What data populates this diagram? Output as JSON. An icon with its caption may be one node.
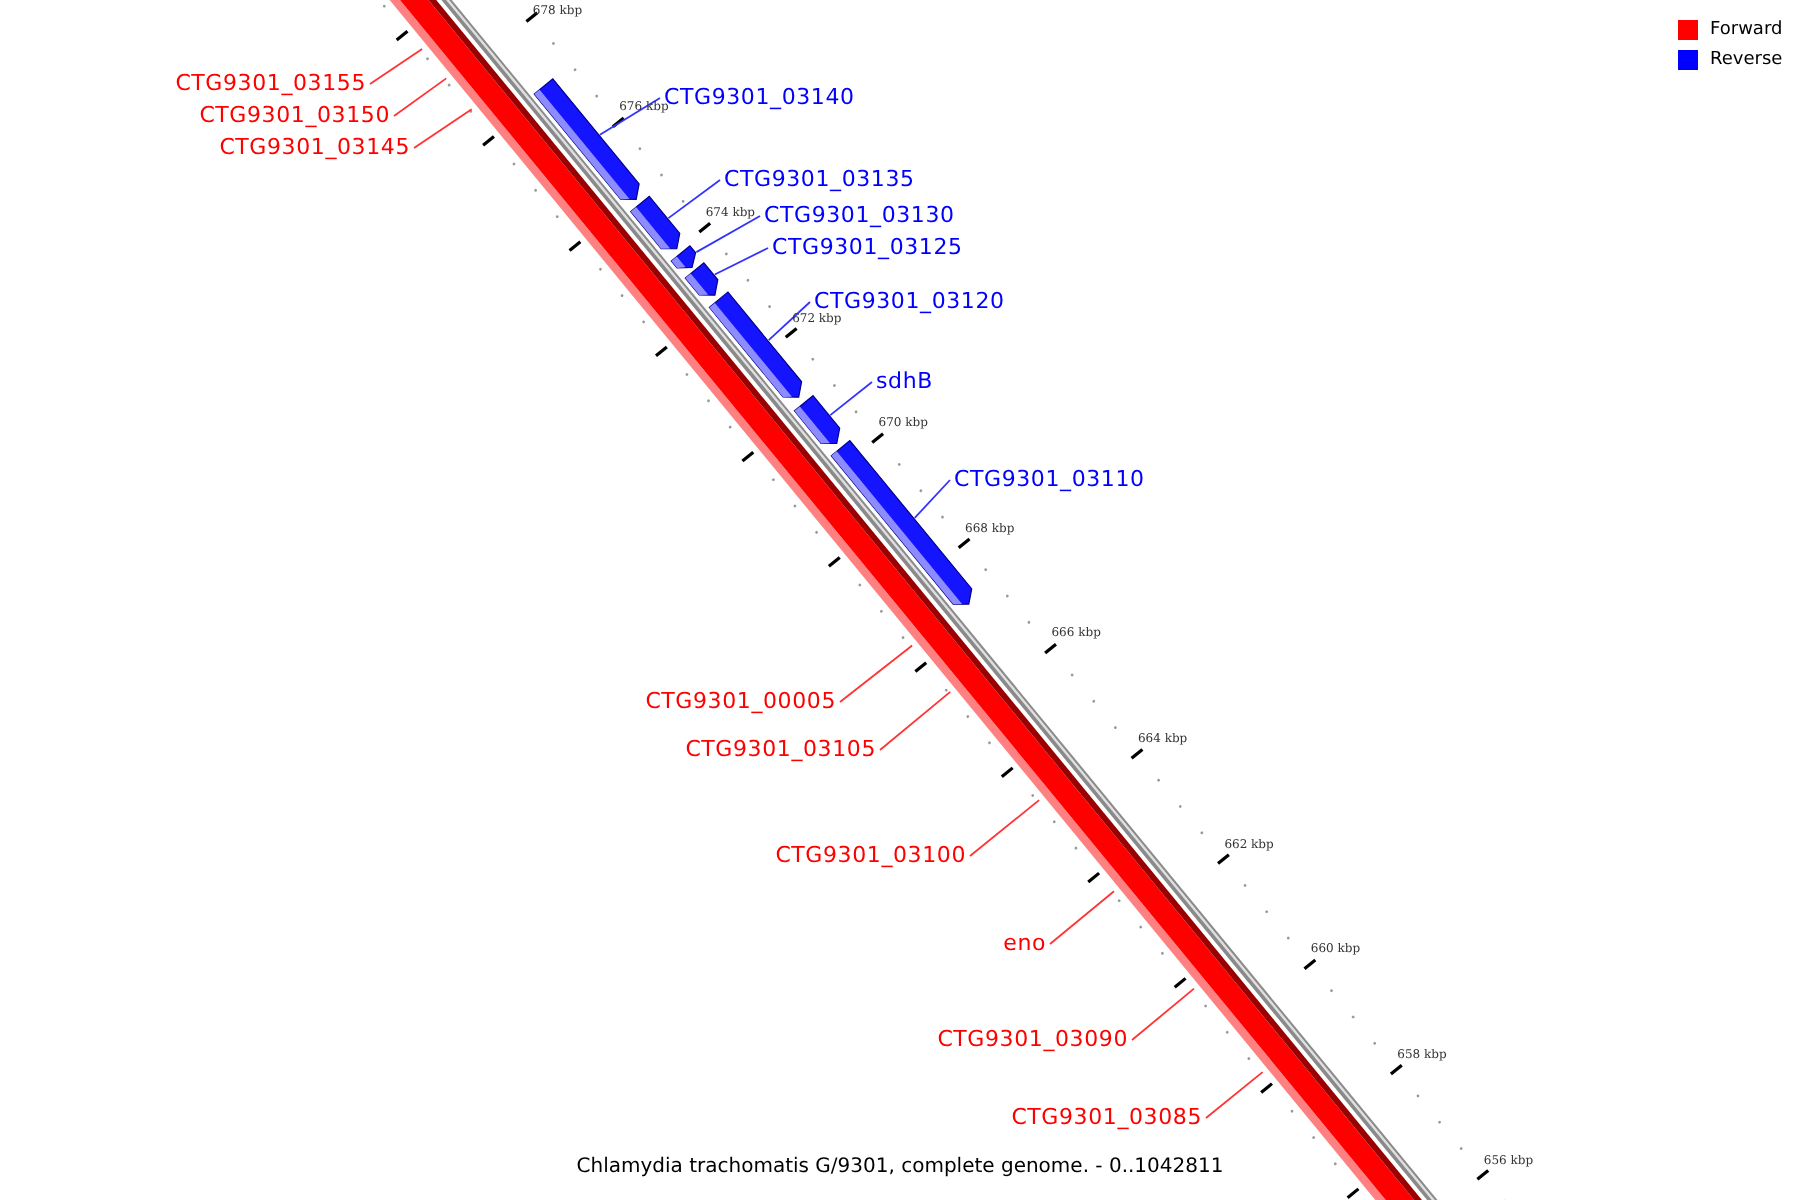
{
  "diagram": {
    "caption": "Chlamydia trachomatis G/9301, complete genome. - 0..1042811",
    "nodes": [
      {
        "text": [
          "CTG9301_03155"
        ]
      },
      {
        "text": [
          "CTG9301_03150"
        ]
      },
      {
        "text": [
          "CTG9301_03145"
        ]
      },
      {
        "text": [
          "CTG9301_03140"
        ]
      },
      {
        "text": [
          "CTG9301_03135"
        ]
      },
      {
        "text": [
          "CTG9301_03130"
        ]
      },
      {
        "text": [
          "CTG9301_03125"
        ]
      },
      {
        "text": [
          "CTG9301_03120"
        ]
      },
      {
        "text": [
          "sdhB"
        ]
      },
      {
        "text": [
          "CTG9301_03110"
        ]
      },
      {
        "text": [],
        "shape": "box"
      },
      {
        "text": [],
        "shape": "box"
      },
      {
        "text": [],
        "shape": "box"
      },
      {
        "text": [],
        "shape": "box"
      },
      {
        "text": [],
        "shape": "box"
      },
      {
        "text": [],
        "shape": "box"
      },
      {
        "text": [],
        "shape": "box"
      },
      {
        "text": [
          "CTG9301_00005"
        ]
      },
      {
        "text": [
          "CTG9301_03105"
        ]
      },
      {
        "text": [
          "CTG9301_03100"
        ]
      },
      {
        "text": [
          "eno"
        ]
      },
      {
        "text": [
          "CTG9301_03090"
        ]
      },
      {
        "text": [
          "CTG9301_03085"
        ]
      }
    ],
    "edges": [
      {
        "from": 0,
        "to": null,
        "arrow": "none"
      },
      {
        "from": 1,
        "to": null,
        "arrow": "none"
      },
      {
        "from": 2,
        "to": null,
        "arrow": "none"
      },
      {
        "from": 3,
        "to": 10,
        "arrow": "none",
        "color": "#3333ff"
      },
      {
        "from": 4,
        "to": 11,
        "arrow": "none",
        "color": "#3333ff"
      },
      {
        "from": 5,
        "to": 12,
        "arrow": "none",
        "color": "#3333ff"
      },
      {
        "from": 6,
        "to": 13,
        "arrow": "none",
        "color": "#3333ff"
      },
      {
        "from": 7,
        "to": 14,
        "arrow": "none",
        "color": "#3333ff"
      },
      {
        "from": 8,
        "to": 15,
        "arrow": "none",
        "color": "#3333ff"
      },
      {
        "from": 9,
        "to": 16,
        "arrow": "none",
        "color": "#3333ff"
      },
      {
        "from": 17,
        "to": null,
        "arrow": "none"
      },
      {
        "from": 18,
        "to": null,
        "arrow": "none"
      },
      {
        "from": 19,
        "to": null,
        "arrow": "none"
      },
      {
        "from": 20,
        "to": null,
        "arrow": "none"
      },
      {
        "from": 21,
        "to": null,
        "arrow": "none"
      },
      {
        "from": 22,
        "to": null,
        "arrow": "none"
      }
    ],
    "labels": [
      "678 kbp",
      "676 kbp",
      "674 kbp",
      "672 kbp",
      "670 kbp",
      "668 kbp",
      "666 kbp",
      "664 kbp",
      "662 kbp",
      "660 kbp",
      "658 kbp",
      "656 kbp"
    ],
    "legend": [
      {
        "text": "Forward",
        "color": "#ff0000"
      },
      {
        "text": "Reverse",
        "color": "#0000ff"
      }
    ]
  }
}
